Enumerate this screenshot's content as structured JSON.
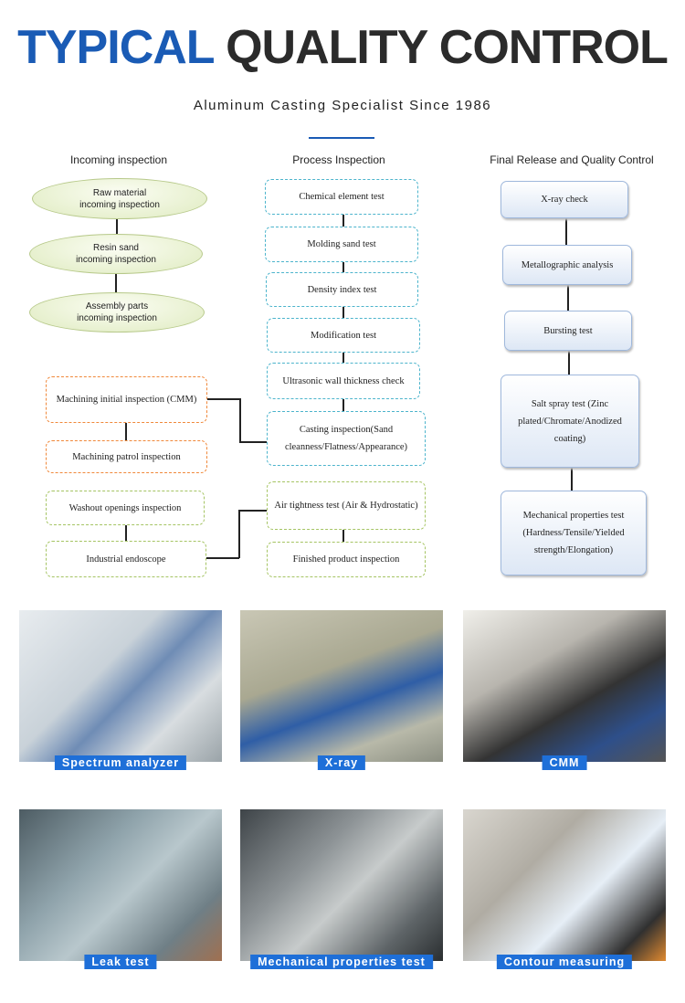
{
  "header": {
    "title_accent": "TYPICAL",
    "title_rest": "QUALITY CONTROL",
    "subtitle": "Aluminum Casting Specialist Since 1986"
  },
  "flow": {
    "columns": [
      "Incoming inspection",
      "Process Inspection",
      "Final Release and Quality Control"
    ],
    "incoming": [
      [
        "Raw material",
        "incoming inspection"
      ],
      [
        "Resin sand",
        "incoming inspection"
      ],
      [
        "Assembly parts",
        "incoming inspection"
      ]
    ],
    "process": [
      "Chemical element test",
      "Molding sand test",
      "Density index test",
      "Modification test",
      "Ultrasonic wall thickness  check",
      "Casting inspection(Sand cleanness/Flatness/Appearance)",
      "Air tightness test (Air & Hydrostatic)",
      "Finished product inspection"
    ],
    "machining": [
      "Machining initial inspection (CMM)",
      "Machining patrol inspection",
      "Washout openings inspection",
      "Industrial endoscope"
    ],
    "final": [
      "X-ray check",
      "Metallographic analysis",
      "Bursting test",
      "Salt spray test (Zinc plated/Chromate/Anodized coating)",
      "Mechanical properties test (Hardness/Tensile/Yielded strength/Elongation)"
    ],
    "colors": {
      "dashed_process": "#4cb4cc",
      "dashed_machining": "#f0883a",
      "dashed_green": "#a5c463",
      "final_border": "#9fb8dc"
    }
  },
  "photos": [
    "Spectrum analyzer",
    "X-ray",
    "CMM",
    "Leak test",
    "Mechanical properties test",
    "Contour measuring"
  ],
  "colors": {
    "accent": "#1a5bb5",
    "caption_bg": "#1e6fd8"
  }
}
